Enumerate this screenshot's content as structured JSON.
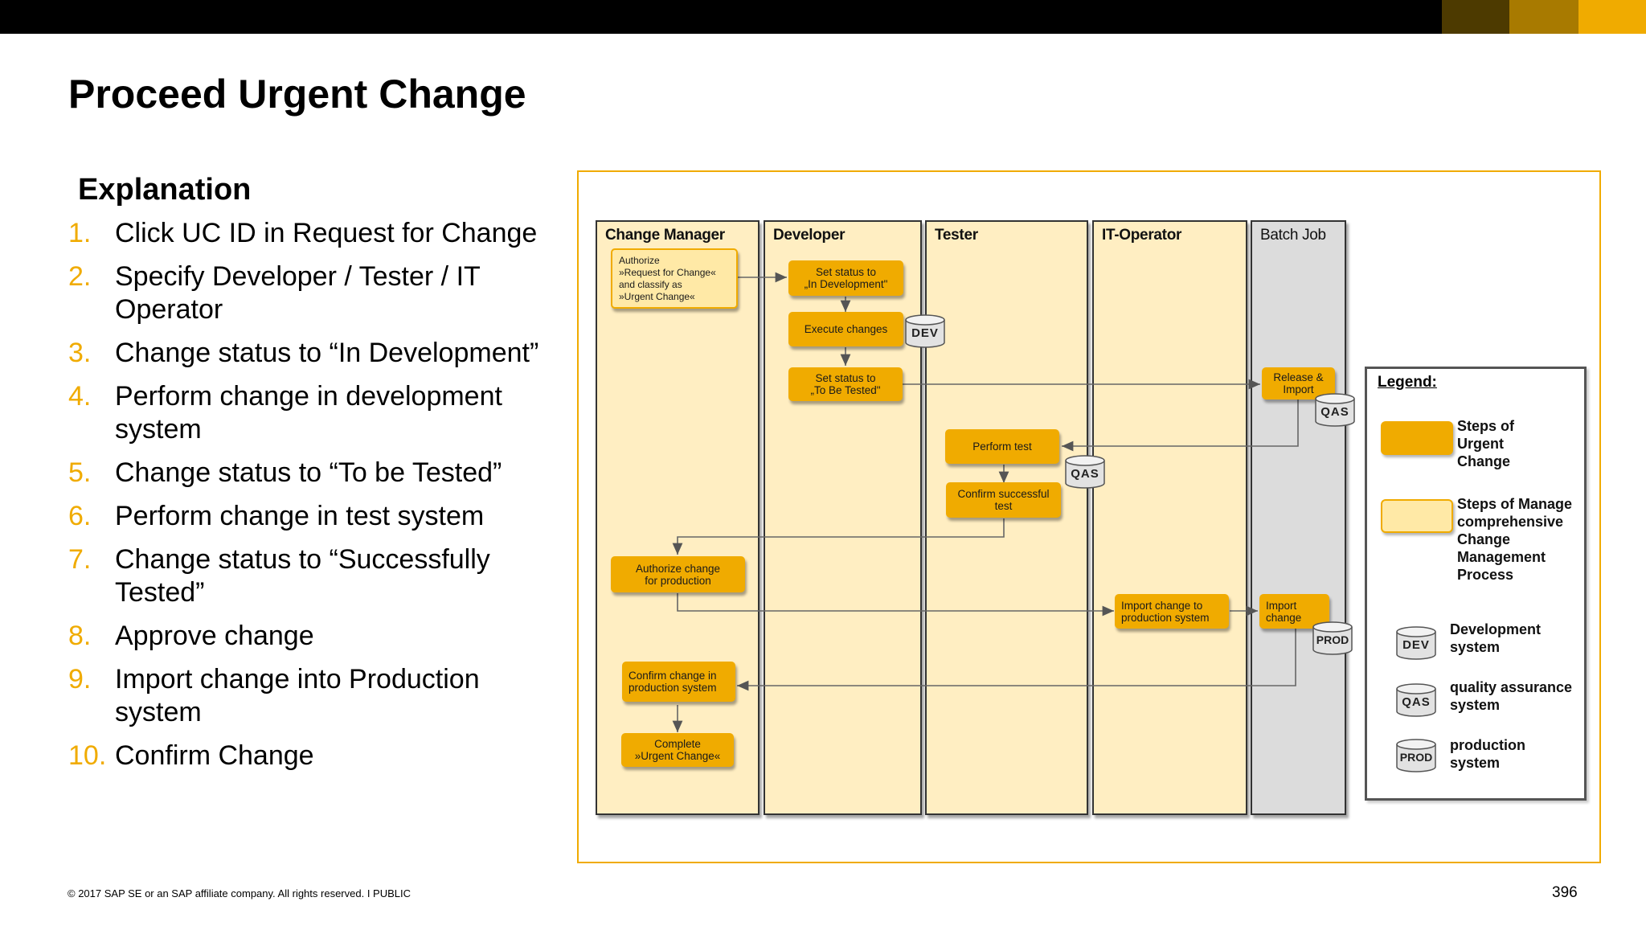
{
  "colors": {
    "accent": "#F0AB00",
    "topbar": "#000000",
    "topbar_seg1": "#4D3A00",
    "topbar_seg2": "#A87A00",
    "topbar_seg3": "#F0AB00",
    "lane_bg": "#FFEEC2",
    "batch_bg": "#DCDCDC"
  },
  "title": "Proceed Urgent Change",
  "explanation": {
    "heading": "Explanation",
    "steps": [
      {
        "num": "1.",
        "text": "Click UC ID in Request for Change"
      },
      {
        "num": "2.",
        "text": "Specify Developer / Tester / IT Operator"
      },
      {
        "num": "3.",
        "text": "Change status to “In Development”"
      },
      {
        "num": "4.",
        "text": "Perform change in development system"
      },
      {
        "num": "5.",
        "text": "Change status to “To be Tested”"
      },
      {
        "num": "6.",
        "text": "Perform change in test system"
      },
      {
        "num": "7.",
        "text": "Change status to “Successfully Tested”"
      },
      {
        "num": "8.",
        "text": "Approve change"
      },
      {
        "num": "9.",
        "text": "Import change into Production system"
      },
      {
        "num": "10.",
        "text": "Confirm Change"
      }
    ]
  },
  "diagram": {
    "lanes": [
      "Change Manager",
      "Developer",
      "Tester",
      "IT-Operator",
      "Batch Job"
    ],
    "boxes": {
      "authorize_rfc": "Authorize\n»Request for Change«\nand classify as\n»Urgent Change«",
      "set_in_dev": "Set status to\n„In Development\"",
      "execute_changes": "Execute changes",
      "set_to_be_tested": "Set status  to\n„To Be Tested\"",
      "release_import": "Release &\nImport",
      "perform_test": "Perform test",
      "confirm_test": "Confirm successful\ntest",
      "authorize_prod": "Authorize change\nfor production",
      "import_to_prod": "Import change to\nproduction system",
      "import_change": "Import\nchange",
      "confirm_prod": "Confirm change in\nproduction system",
      "complete": "Complete\n»Urgent Change«"
    },
    "systems": {
      "dev": "DEV",
      "qas": "QAS",
      "prod": "PROD"
    }
  },
  "legend": {
    "title": "Legend:",
    "urgent": "Steps of\nUrgent\nChange",
    "manage": "Steps of Manage\ncomprehensive\nChange\nManagement\nProcess",
    "dev_label": "DEV",
    "dev_text": "Development\nsystem",
    "qas_label": "QAS",
    "qas_text": "quality assurance\nsystem",
    "prod_label": "PROD",
    "prod_text": "production\nsystem"
  },
  "footer": {
    "copyright": "© 2017 SAP SE or an SAP affiliate company. All rights reserved.   I   PUBLIC",
    "page": "396"
  }
}
